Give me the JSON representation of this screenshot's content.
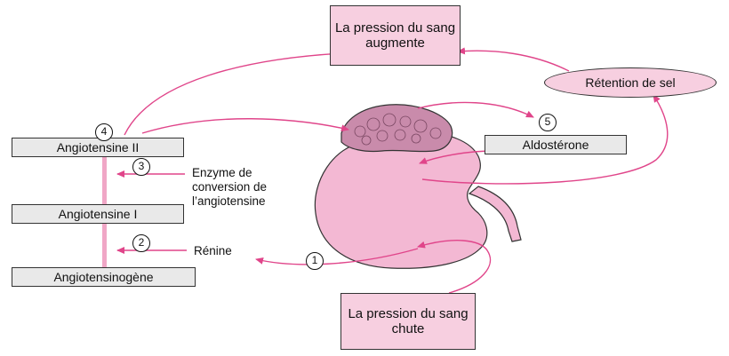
{
  "boxes": {
    "top_pressure": "La pression du sang augmente",
    "bottom_pressure": "La pression du sang chute",
    "salt_retention": "Rétention de sel",
    "angiotensin_2": "Angiotensine II",
    "angiotensin_1": "Angiotensine I",
    "angiotensinogen": "Angiotensinogène",
    "aldosterone": "Aldostérone"
  },
  "labels": {
    "ace": "Enzyme de conversion de l’angiotensine",
    "renin": "Rénine"
  },
  "steps": [
    "1",
    "2",
    "3",
    "4",
    "5"
  ],
  "colors": {
    "arrow": "#e0458a",
    "box_fill": "#f7cfe0",
    "kidney": "#f3b8d3",
    "adrenal": "#c98bab",
    "bar": "#f0a6c6"
  }
}
